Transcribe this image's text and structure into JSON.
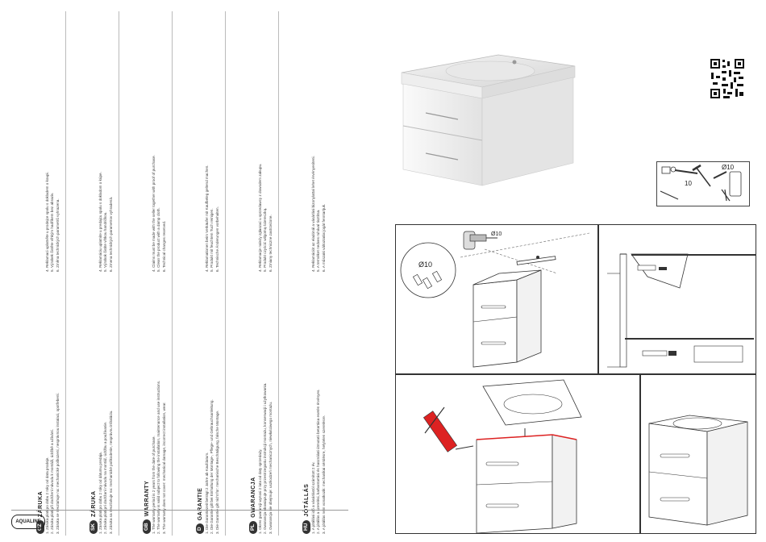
{
  "brand": {
    "logo": "AQUALINE"
  },
  "bands": [
    {
      "lang": "CZ",
      "title": "ZÁRUKA",
      "items": [
        "1. Záruka platí po dobu 2 roky od data prodeje.",
        "2. Záruka platí při dodržení návodu k montáži, údržbě a užívání.",
        "3. Záruka se nevztahuje na: mechanické poškození, nesprávnou instalaci, opotřebení.",
        "4. Reklamaci uplatněte u prodejce spolu s dokladem o koupi.",
        "5. Výrobek čistěte vlhkým hadříkem bez abraziv.",
        "6. Změna technických parametrů vyhrazena."
      ]
    },
    {
      "lang": "SK",
      "title": "ZÁRUKA",
      "items": [
        "1. Záruka platí po dobu 2 roky od dátumu predaja.",
        "2. Záruka platí pri dodržaní návodu na montáž, údržbu a používanie.",
        "3. Záruka sa nevzťahuje na: mechanické poškodenie, nesprávnu inštaláciu.",
        "4. Reklamáciu uplatnite u predajcu spolu s dokladom o kúpe.",
        "5. Výrobok čistite vlhkou handričkou.",
        "6. Zmena technických parametrov vyhradená."
      ]
    },
    {
      "lang": "GB",
      "title": "WARRANTY",
      "items": [
        "1. The warranty period is 2 years from the date of purchase.",
        "2. The warranty is valid subject to following the installation, maintenance and use instructions.",
        "3. The warranty does not cover: mechanical damage, incorrect installation, wear.",
        "4. Claims must be made with the seller together with proof of purchase.",
        "5. Clean the product with a damp cloth.",
        "6. Technical changes reserved."
      ]
    },
    {
      "lang": "D",
      "title": "GARANTIE",
      "items": [
        "1. Die Garantiezeit beträgt 2 Jahre ab Kaufdatum.",
        "2. Die Garantie gilt bei Einhaltung der Montage-, Pflege- und Gebrauchsanleitung.",
        "3. Die Garantie gilt nicht für: mechanische Beschädigung, falsche Montage.",
        "4. Reklamationen beim Verkäufer mit Kaufbeleg geltend machen.",
        "5. Produkt mit feuchtem Tuch reinigen.",
        "6. Technische Änderungen vorbehalten."
      ]
    },
    {
      "lang": "PL",
      "title": "GWARANCJA",
      "items": [
        "1. Okres gwarancji wynosi 2 lata od daty sprzedaży.",
        "2. Gwarancja obowiązuje przy przestrzeganiu instrukcji montażu, konserwacji i użytkowania.",
        "3. Gwarancja nie obejmuje: uszkodzeń mechanicznych, niewłaściwego montażu.",
        "4. Reklamacje należy zgłaszać u sprzedawcy z dowodem zakupu.",
        "5. Produkt czyścić wilgotną ściereczką.",
        "6. Zmiany techniczne zastrzeżone."
      ]
    },
    {
      "lang": "HU",
      "title": "JÓTÁLLÁS",
      "items": [
        "1. A jótállási idő a vásárlástól számított 2 év.",
        "2. A jótállás a szerelési, karbantartási és használati útmutató betartása esetén érvényes.",
        "3. A jótállás nem vonatkozik: mechanikai sérülésre, helytelen szerelésre.",
        "4. Reklamációt az eladónál a vásárlási bizonylattal lehet érvényesíteni.",
        "5. A terméket nedves ruhával tisztítsa.",
        "6. A műszaki változtatás jogát fenntartjuk."
      ]
    }
  ],
  "tools": {
    "drill_size": "Ø10",
    "spanner_size": "10"
  },
  "step1": {
    "anchor_label": "Ø10",
    "drill_label": "Ø10"
  }
}
